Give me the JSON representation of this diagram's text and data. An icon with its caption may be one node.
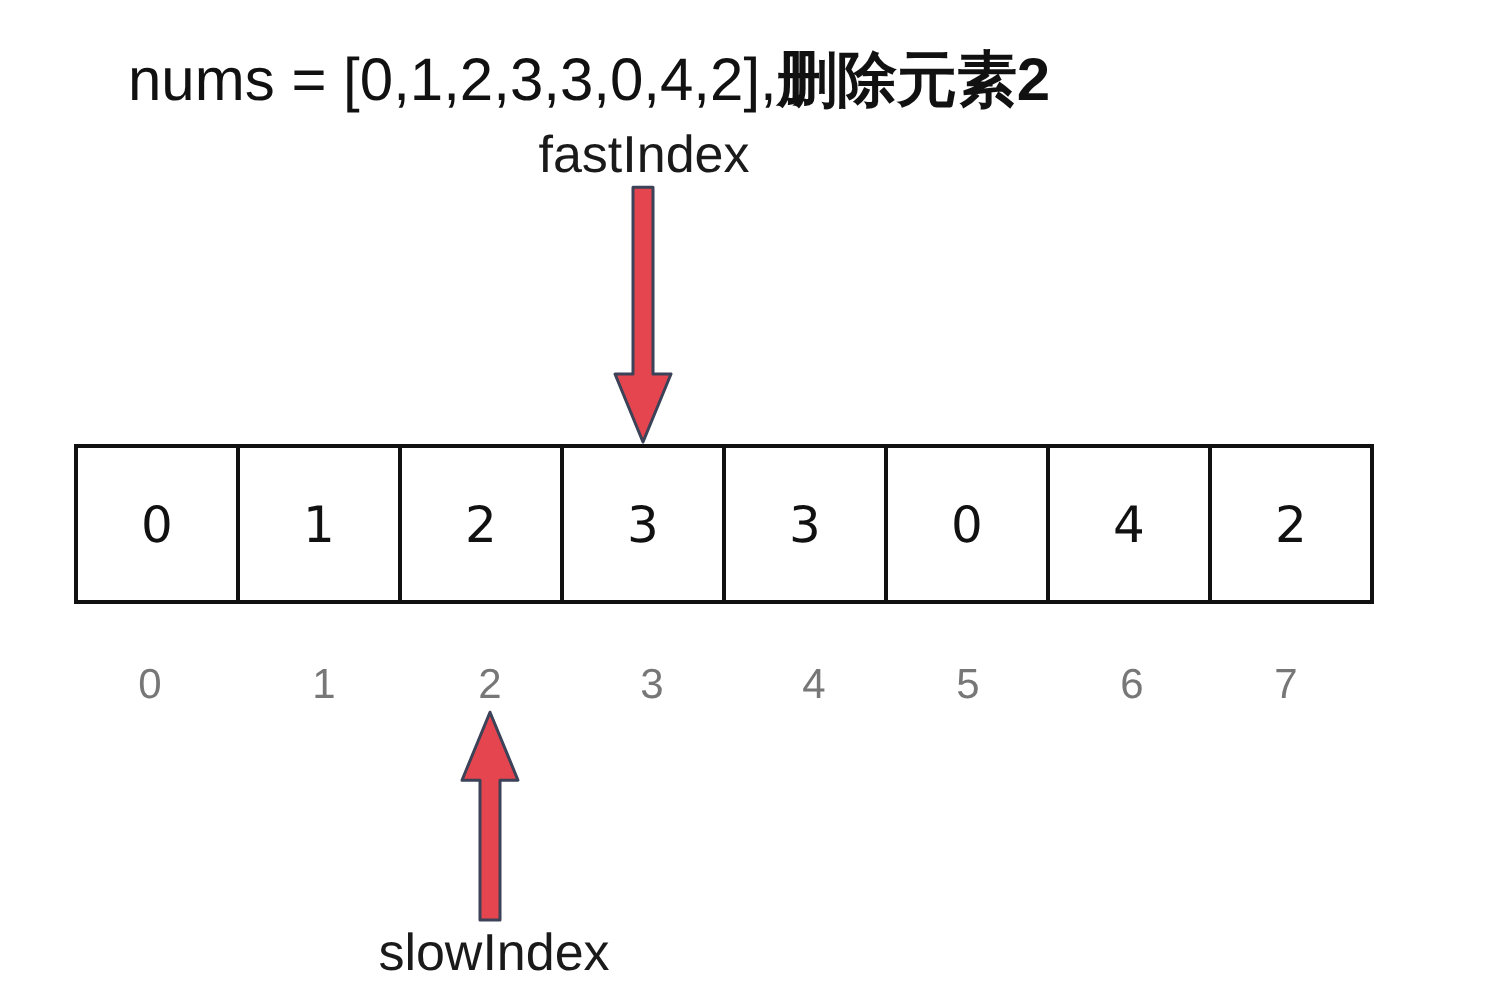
{
  "diagram": {
    "title": "nums = [0,1,2,3,3,0,4,2],**删除元素2**",
    "nodes": [
      {
        "text": [
          "fastIndex"
        ]
      },
      {
        "text": [
          "0"
        ]
      },
      {
        "text": [
          "1"
        ]
      },
      {
        "text": [
          "2"
        ]
      },
      {
        "text": [
          "3"
        ]
      },
      {
        "text": [
          "3"
        ]
      },
      {
        "text": [
          "0"
        ]
      },
      {
        "text": [
          "4"
        ]
      },
      {
        "text": [
          "2"
        ]
      },
      {
        "text": [
          "2"
        ]
      },
      {
        "text": [
          "slowIndex"
        ]
      }
    ],
    "edges": [
      {
        "from": 0,
        "to": 4,
        "arrow": "to"
      },
      {
        "from": 10,
        "to": 9,
        "arrow": "to"
      }
    ],
    "labels": [
      "0",
      "1",
      "3",
      "4",
      "5",
      "6",
      "7"
    ]
  }
}
